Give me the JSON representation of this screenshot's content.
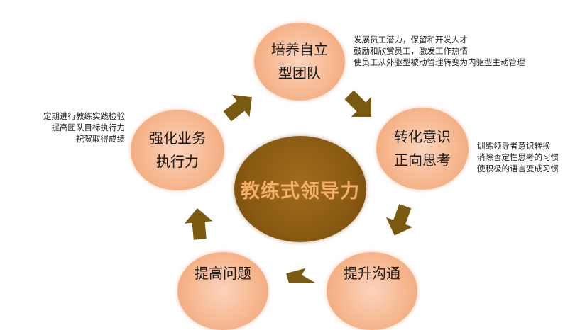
{
  "center": {
    "label": "教练式领导力"
  },
  "nodes": {
    "top": {
      "line1": "培养自立",
      "line2": "型团队"
    },
    "right": {
      "line1": "转化意识",
      "line2": "正向思考"
    },
    "left": {
      "line1": "强化业务",
      "line2": "执行力"
    },
    "bottom_left": {
      "line1": "提高问题"
    },
    "bottom_right": {
      "line1": "提升沟通"
    }
  },
  "descriptions": {
    "top": [
      "发展员工潜力，保留和开发人才",
      "鼓励和欣赏员工，激发工作热情",
      "使员工从外驱型被动管理转变为内驱型主动管理"
    ],
    "right": [
      "训练领导者意识转换",
      "消除否定性思考的习惯",
      "使积极的语言变成习惯"
    ],
    "left": [
      "定期进行教练实践检验",
      "提高团队目标执行力",
      "祝贺取得成绩"
    ]
  },
  "colors": {
    "node_fill": "#f6b890",
    "center_fill": "#8a5a13",
    "center_text": "#f4b06a",
    "arrow": "#7a5a10"
  }
}
